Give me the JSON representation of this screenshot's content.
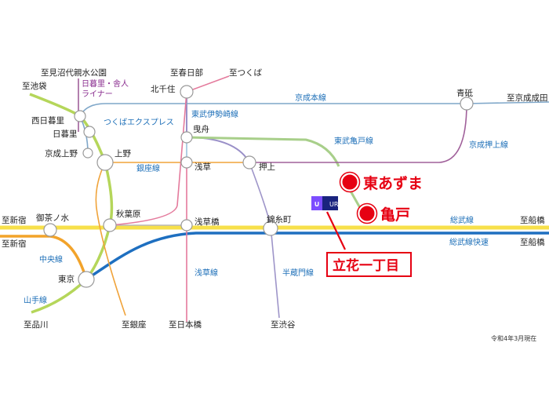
{
  "colors": {
    "yamanote": "#b5d65a",
    "chuo": "#f2a32a",
    "sobu": "#f7e04a",
    "sobu_rapid": "#1e6fc0",
    "keisei": "#7fa7c9",
    "nippori_toneri": "#a0609a",
    "tsukuba": "#9dc3dd",
    "skytree": "#9a90c8",
    "kameido": "#a8cf8a",
    "asakusa": "#e47a9c",
    "hibiya": "#b8b8b8",
    "ginza": "#f0a33a",
    "hanzomon": "#9e95c9",
    "highlight": "#e60012"
  },
  "stations": {
    "nishi_nippori": "西日暮里",
    "nippori": "日暮里",
    "keisei_ueno": "京成上野",
    "ueno": "上野",
    "ochanomizu": "御茶ノ水",
    "akihabara": "秋葉原",
    "tokyo": "東京",
    "kitasenju": "北千住",
    "hikifune": "曳舟",
    "asakusa": "浅草",
    "oshiage": "押上",
    "asakusabashi": "浅草橋",
    "kinshicho": "錦糸町",
    "aoto": "青砥"
  },
  "destinations": {
    "minumadai": "至見沼代親水公園",
    "ikebukuro": "至池袋",
    "kasukabe": "至春日部",
    "tsukuba": "至つくば",
    "keisei_narita": "至京成成田",
    "shinjuku_sobu": "至新宿",
    "shinjuku_chuo": "至新宿",
    "funabashi_1": "至船橋",
    "funabashi_2": "至船橋",
    "shinagawa": "至品川",
    "ginza": "至銀座",
    "nihonbashi": "至日本橋",
    "shibuya": "至渋谷"
  },
  "lines": {
    "nippori_toneri_1": "日暮里・舎人",
    "nippori_toneri_2": "ライナー",
    "tsukuba_express": "つくばエクスプレス",
    "keisei_main": "京成本線",
    "tobu_skytree": "東武伊勢崎線",
    "tobu_kameido": "東武亀戸線",
    "keisei_oshiage": "京成押上線",
    "ginza": "銀座線",
    "sobu": "総武線",
    "sobu_rapid": "総武線快速",
    "chuo": "中央線",
    "yamanote": "山手線",
    "asakusa": "浅草線",
    "hanzomon": "半蔵門線"
  },
  "highlights": {
    "higashi_azuma": "東あずま",
    "kameido": "亀戸",
    "property": "立花一丁目"
  },
  "ur_logo_text": "UR",
  "note": "令和4年3月現在"
}
